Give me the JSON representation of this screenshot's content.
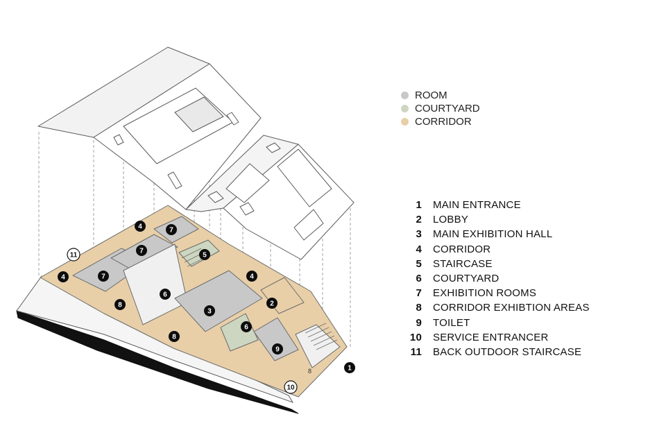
{
  "legend": [
    {
      "label": "ROOM",
      "color": "#c8c8c8"
    },
    {
      "label": "COURTYARD",
      "color": "#cdd6c0"
    },
    {
      "label": "CORRIDOR",
      "color": "#e8cfa8"
    }
  ],
  "key": [
    {
      "num": "1",
      "label": "MAIN ENTRANCE"
    },
    {
      "num": "2",
      "label": "LOBBY"
    },
    {
      "num": "3",
      "label": "MAIN EXHIBITION HALL"
    },
    {
      "num": "4",
      "label": "CORRIDOR"
    },
    {
      "num": "5",
      "label": "STAIRCASE"
    },
    {
      "num": "6",
      "label": "COURTYARD"
    },
    {
      "num": "7",
      "label": "EXHIBITION ROOMS"
    },
    {
      "num": "8",
      "label": "CORRIDOR EXHIBTION AREAS"
    },
    {
      "num": "9",
      "label": "TOILET"
    },
    {
      "num": "10",
      "label": "SERVICE ENTRANCER"
    },
    {
      "num": "11",
      "label": "BACK OUTDOOR STAIRCASE"
    }
  ],
  "markers": [
    "4",
    "7",
    "7",
    "5",
    "11",
    "4",
    "7",
    "6",
    "4",
    "8",
    "2",
    "3",
    "8",
    "6",
    "9",
    "1",
    "10"
  ],
  "small_label": "8",
  "colors": {
    "room": "#c8c8c8",
    "courtyard": "#cdd6c0",
    "corridor": "#e8cfa8",
    "line": "#5a5a5a",
    "base": "#111111"
  }
}
